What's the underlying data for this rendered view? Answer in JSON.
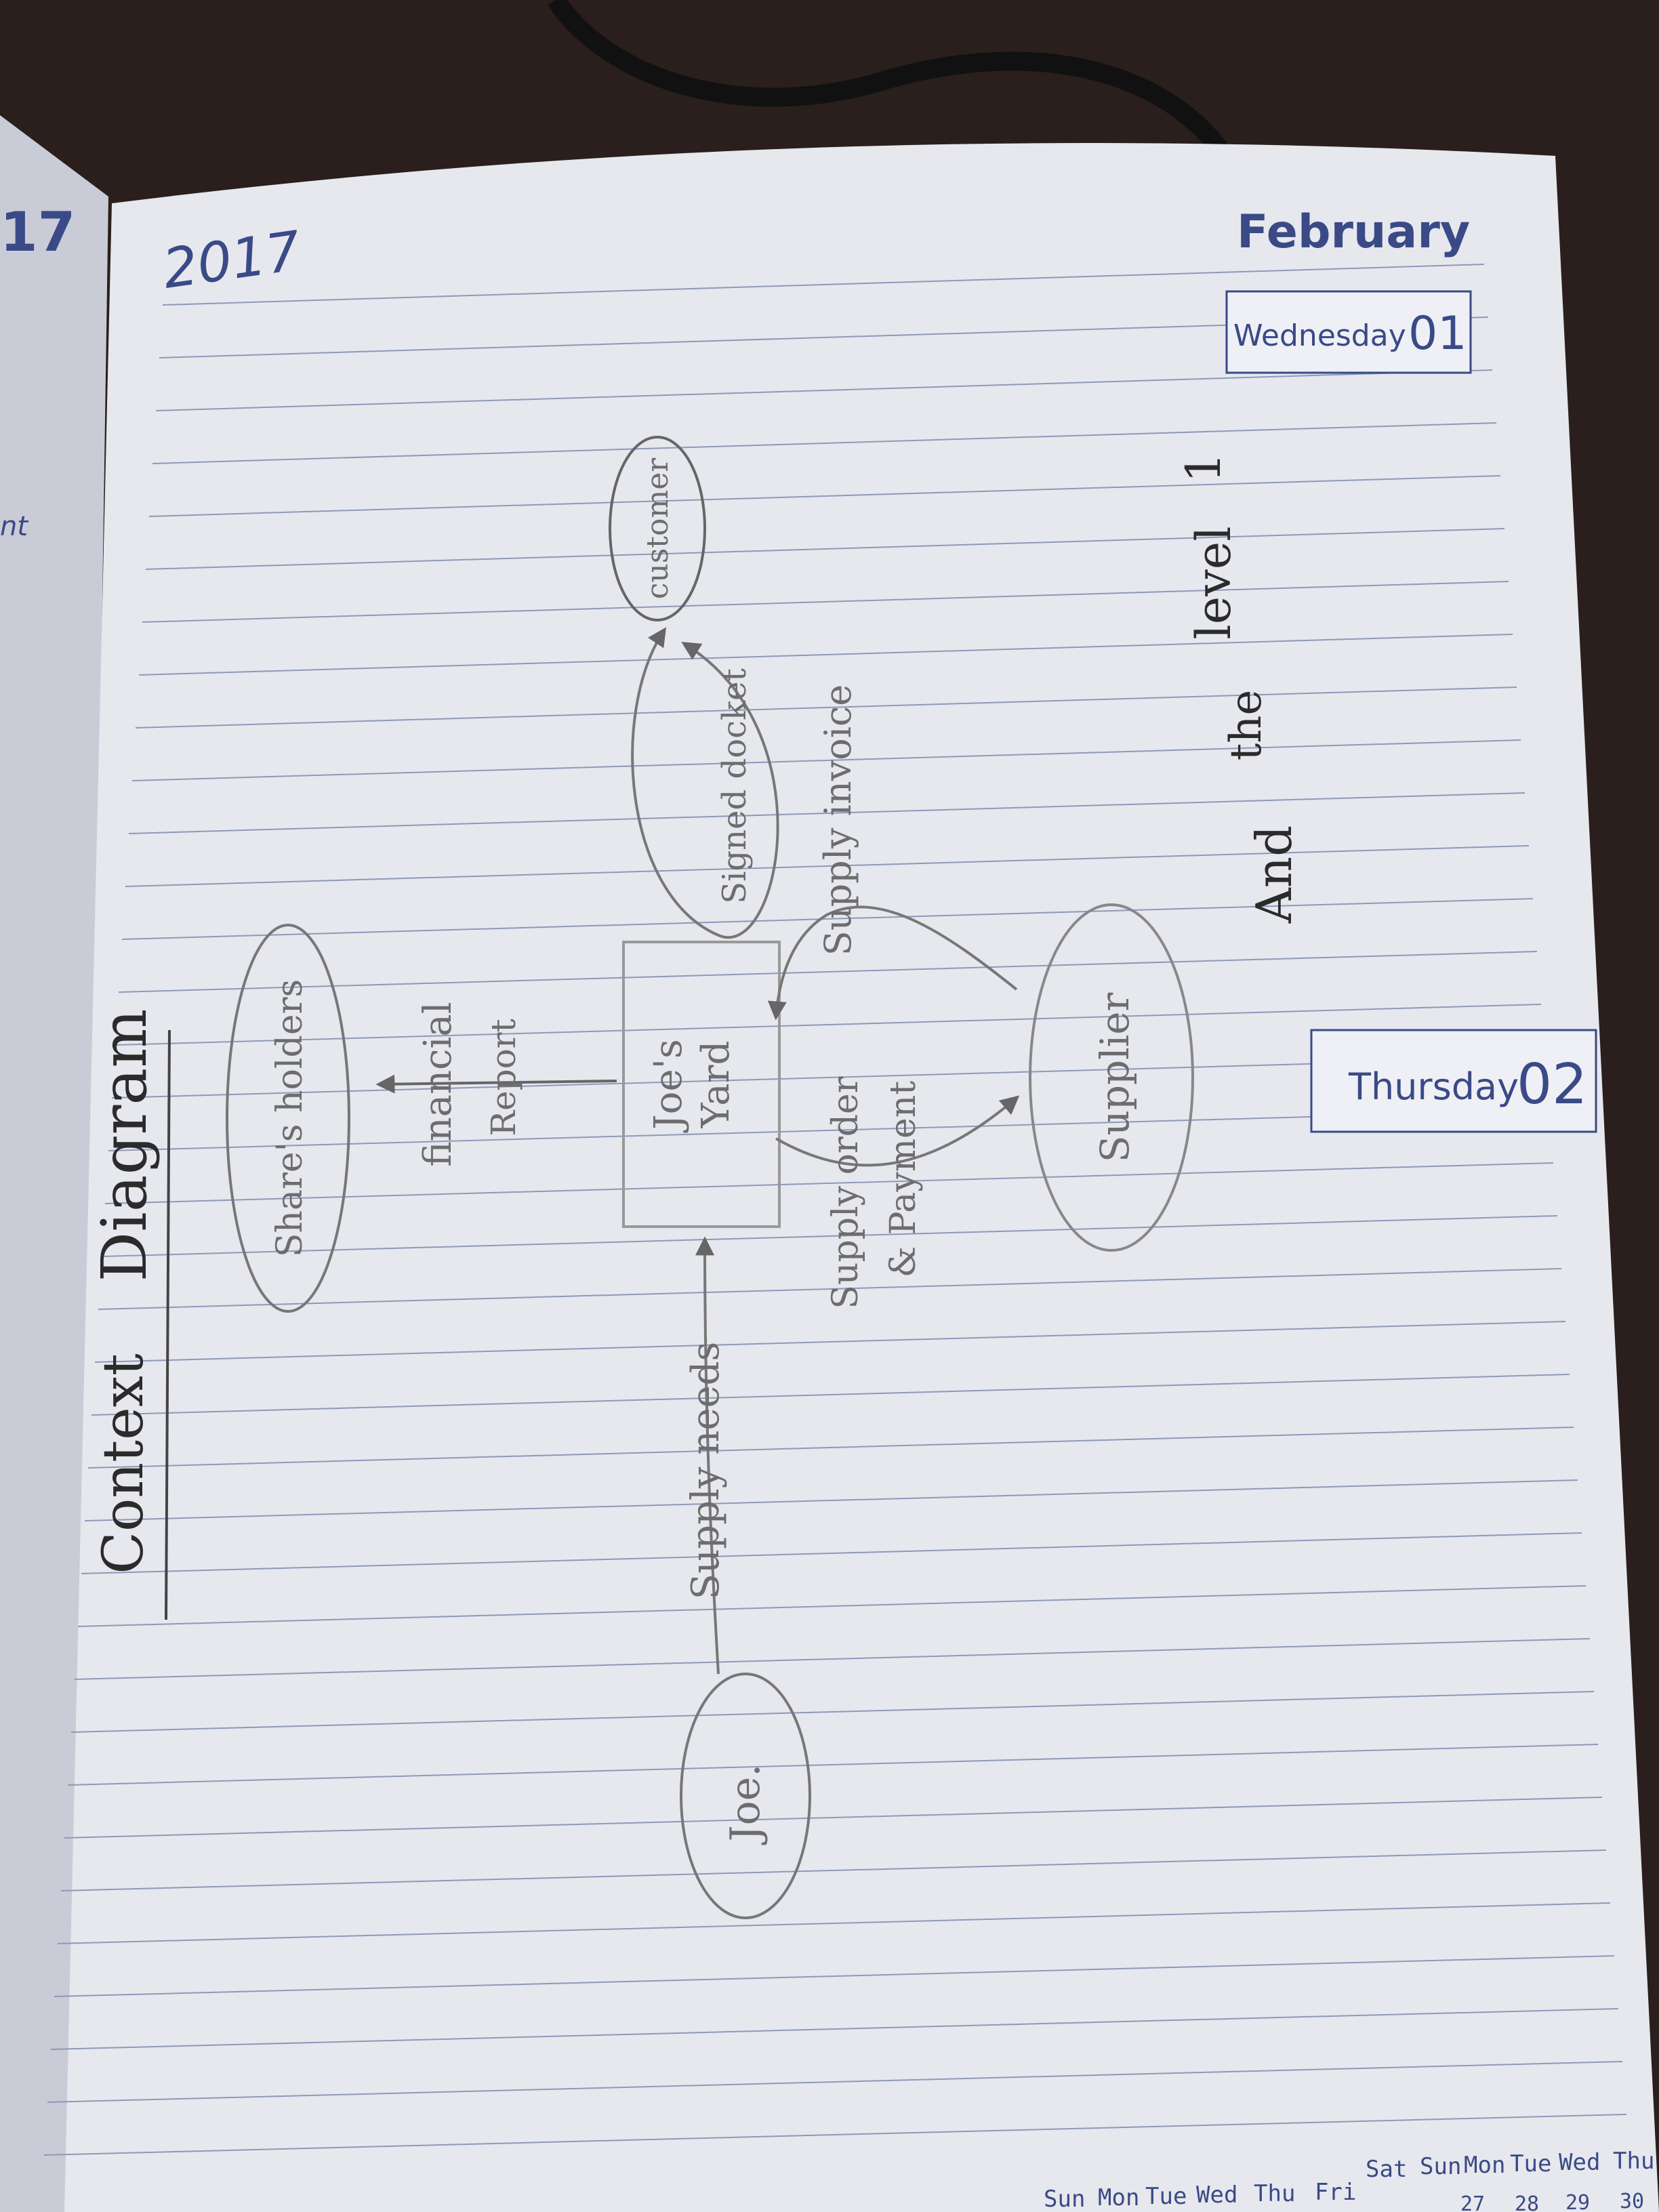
{
  "diary": {
    "year": "2017",
    "month": "February",
    "left_page_year_fragment": "17",
    "left_page_word_fragment": "nt",
    "days": [
      {
        "weekday": "Wednesday",
        "date": "01"
      },
      {
        "weekday": "Thursday",
        "date": "02"
      }
    ],
    "calendar_strip": {
      "weekdays_row1": [
        "Sat",
        "Sun",
        "Mon",
        "Tue",
        "Wed",
        "Thu"
      ],
      "weekdays_row2": [
        "Sun",
        "Mon",
        "Tue",
        "Wed",
        "Thu",
        "Fri"
      ],
      "dates": [
        "27",
        "28",
        "29",
        "30"
      ]
    }
  },
  "sketch": {
    "title_word1": "Context",
    "title_word2": "Diagram",
    "entities": {
      "shareholders": "Share's holders",
      "customer": "customer",
      "supplier": "Supplier",
      "joe": "Joe."
    },
    "process": {
      "line1": "Joe's",
      "line2": "Yard"
    },
    "flows": {
      "financial_report_line1": "financial",
      "financial_report_line2": "Report",
      "signed_docket": "Signed docket",
      "supply_invoice": "Supply invoice",
      "supply_order_line1": "Supply order",
      "supply_order_line2": "& Payment",
      "supply_needs": "Supply needs"
    },
    "note": {
      "part1": "And",
      "part2": "the",
      "part3": "level",
      "part4": "1"
    }
  },
  "colors": {
    "paper": "#e6e8ee",
    "ruled_line": "#8f98b8",
    "print_blue": "#3a4a86",
    "pencil": "#6d6d6d",
    "pen_black": "#2b2b2b",
    "background": "#2a1f1c"
  }
}
